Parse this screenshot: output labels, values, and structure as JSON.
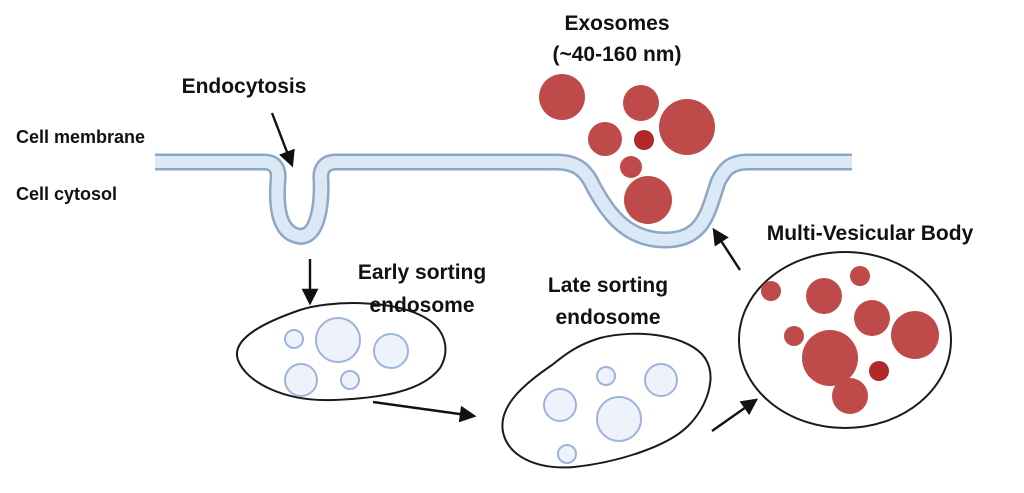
{
  "labels": {
    "exosomes_title": "Exosomes",
    "exosomes_size": "(~40-160 nm)",
    "endocytosis": "Endocytosis",
    "cell_membrane": "Cell membrane",
    "cell_cytosol": "Cell cytosol",
    "multivesicular_body": "Multi-Vesicular Body",
    "early_line1": "Early sorting",
    "early_line2": "endosome",
    "late_line1": "Late sorting",
    "late_line2": "endosome"
  },
  "colors": {
    "membrane_fill": "#dbe8f5",
    "membrane_outline": "#8ea8c3",
    "vesicle_blue_fill": "#eef3fb",
    "vesicle_blue_stroke": "#9fb4dc",
    "exosome_red": "#bf4a4a",
    "exosome_dark_red": "#b0282a",
    "outline": "#1a1a1a"
  }
}
